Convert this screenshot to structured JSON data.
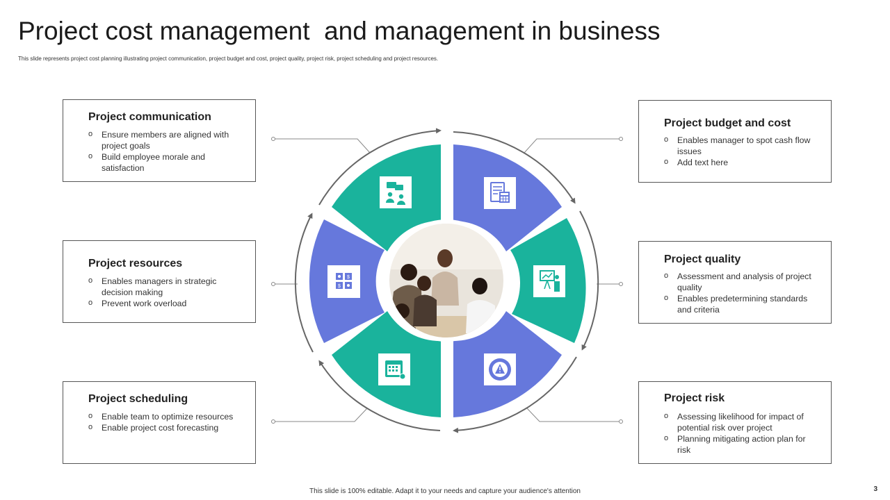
{
  "title": "Project cost management  and management in business",
  "subtitle": "This slide represents project cost planning illustrating project communication, project budget and cost, project quality, project risk, project scheduling and project resources.",
  "colors": {
    "teal": "#1ab39c",
    "blue": "#6678dc",
    "ring": "#666666"
  },
  "cards": {
    "communication": {
      "title": "Project communication",
      "bullets": [
        "Ensure members are aligned with project goals",
        "Build employee morale and satisfaction"
      ]
    },
    "budget": {
      "title": "Project budget and cost",
      "bullets": [
        "Enables manager to spot cash flow issues",
        "Add text here"
      ]
    },
    "resources": {
      "title": "Project resources",
      "bullets": [
        "Enables managers in strategic decision making",
        "Prevent work overload"
      ]
    },
    "quality": {
      "title": "Project quality",
      "bullets": [
        "Assessment and analysis of project quality",
        "Enables predetermining standards and criteria"
      ]
    },
    "scheduling": {
      "title": "Project scheduling",
      "bullets": [
        "Enable team to optimize resources",
        "Enable project cost forecasting"
      ]
    },
    "risk": {
      "title": "Project risk",
      "bullets": [
        "Assessing likelihood for impact of potential risk over  project",
        "Planning mitigating action plan for risk"
      ]
    }
  },
  "icons": [
    "team-chat-icon",
    "budget-calculator-icon",
    "presentation-chart-icon",
    "risk-gauge-icon",
    "calendar-icon",
    "resources-icon",
    "team-photo"
  ],
  "footer": "This slide is 100% editable. Adapt it to your needs and capture your audience's attention",
  "page_number": "3"
}
